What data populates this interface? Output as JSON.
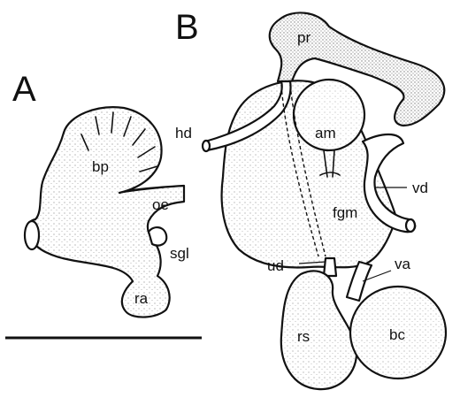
{
  "panels": {
    "a": {
      "letter": "A",
      "labels": {
        "bp": "bp",
        "oe": "oe",
        "sgl": "sgl",
        "ra": "ra"
      }
    },
    "b": {
      "letter": "B",
      "labels": {
        "pr": "pr",
        "am": "am",
        "hd": "hd",
        "vd": "vd",
        "fgm": "fgm",
        "va": "va",
        "ud": "ud",
        "rs": "rs",
        "bc": "bc"
      }
    }
  },
  "colors": {
    "ink": "#111111",
    "paper": "#ffffff"
  }
}
